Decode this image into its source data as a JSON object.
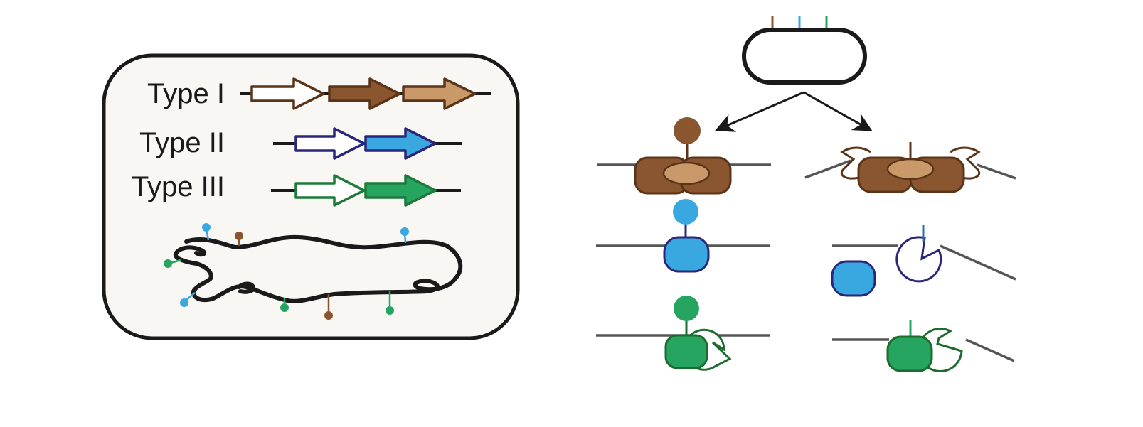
{
  "legend_panel": {
    "rows": [
      {
        "label": "Type I",
        "outline_color": "#5a3418",
        "genes": [
          "#ffffff",
          "#8a5630",
          "#c9996a"
        ]
      },
      {
        "label": "Type II",
        "outline_color": "#2a2679",
        "genes": [
          "#ffffff",
          "#3aa8e0"
        ]
      },
      {
        "label": "Type III",
        "outline_color": "#1e7a3a",
        "genes": [
          "#ffffff",
          "#25a55f"
        ]
      }
    ]
  },
  "colors": {
    "type1_dark": "#8a5630",
    "type1_light": "#c9996a",
    "type1_outline": "#5a3418",
    "type2_fill": "#3aa8e0",
    "type2_outline": "#2a2679",
    "type3_fill": "#25a55f",
    "type3_outline": "#1e6b30",
    "membrane": "#555555"
  }
}
